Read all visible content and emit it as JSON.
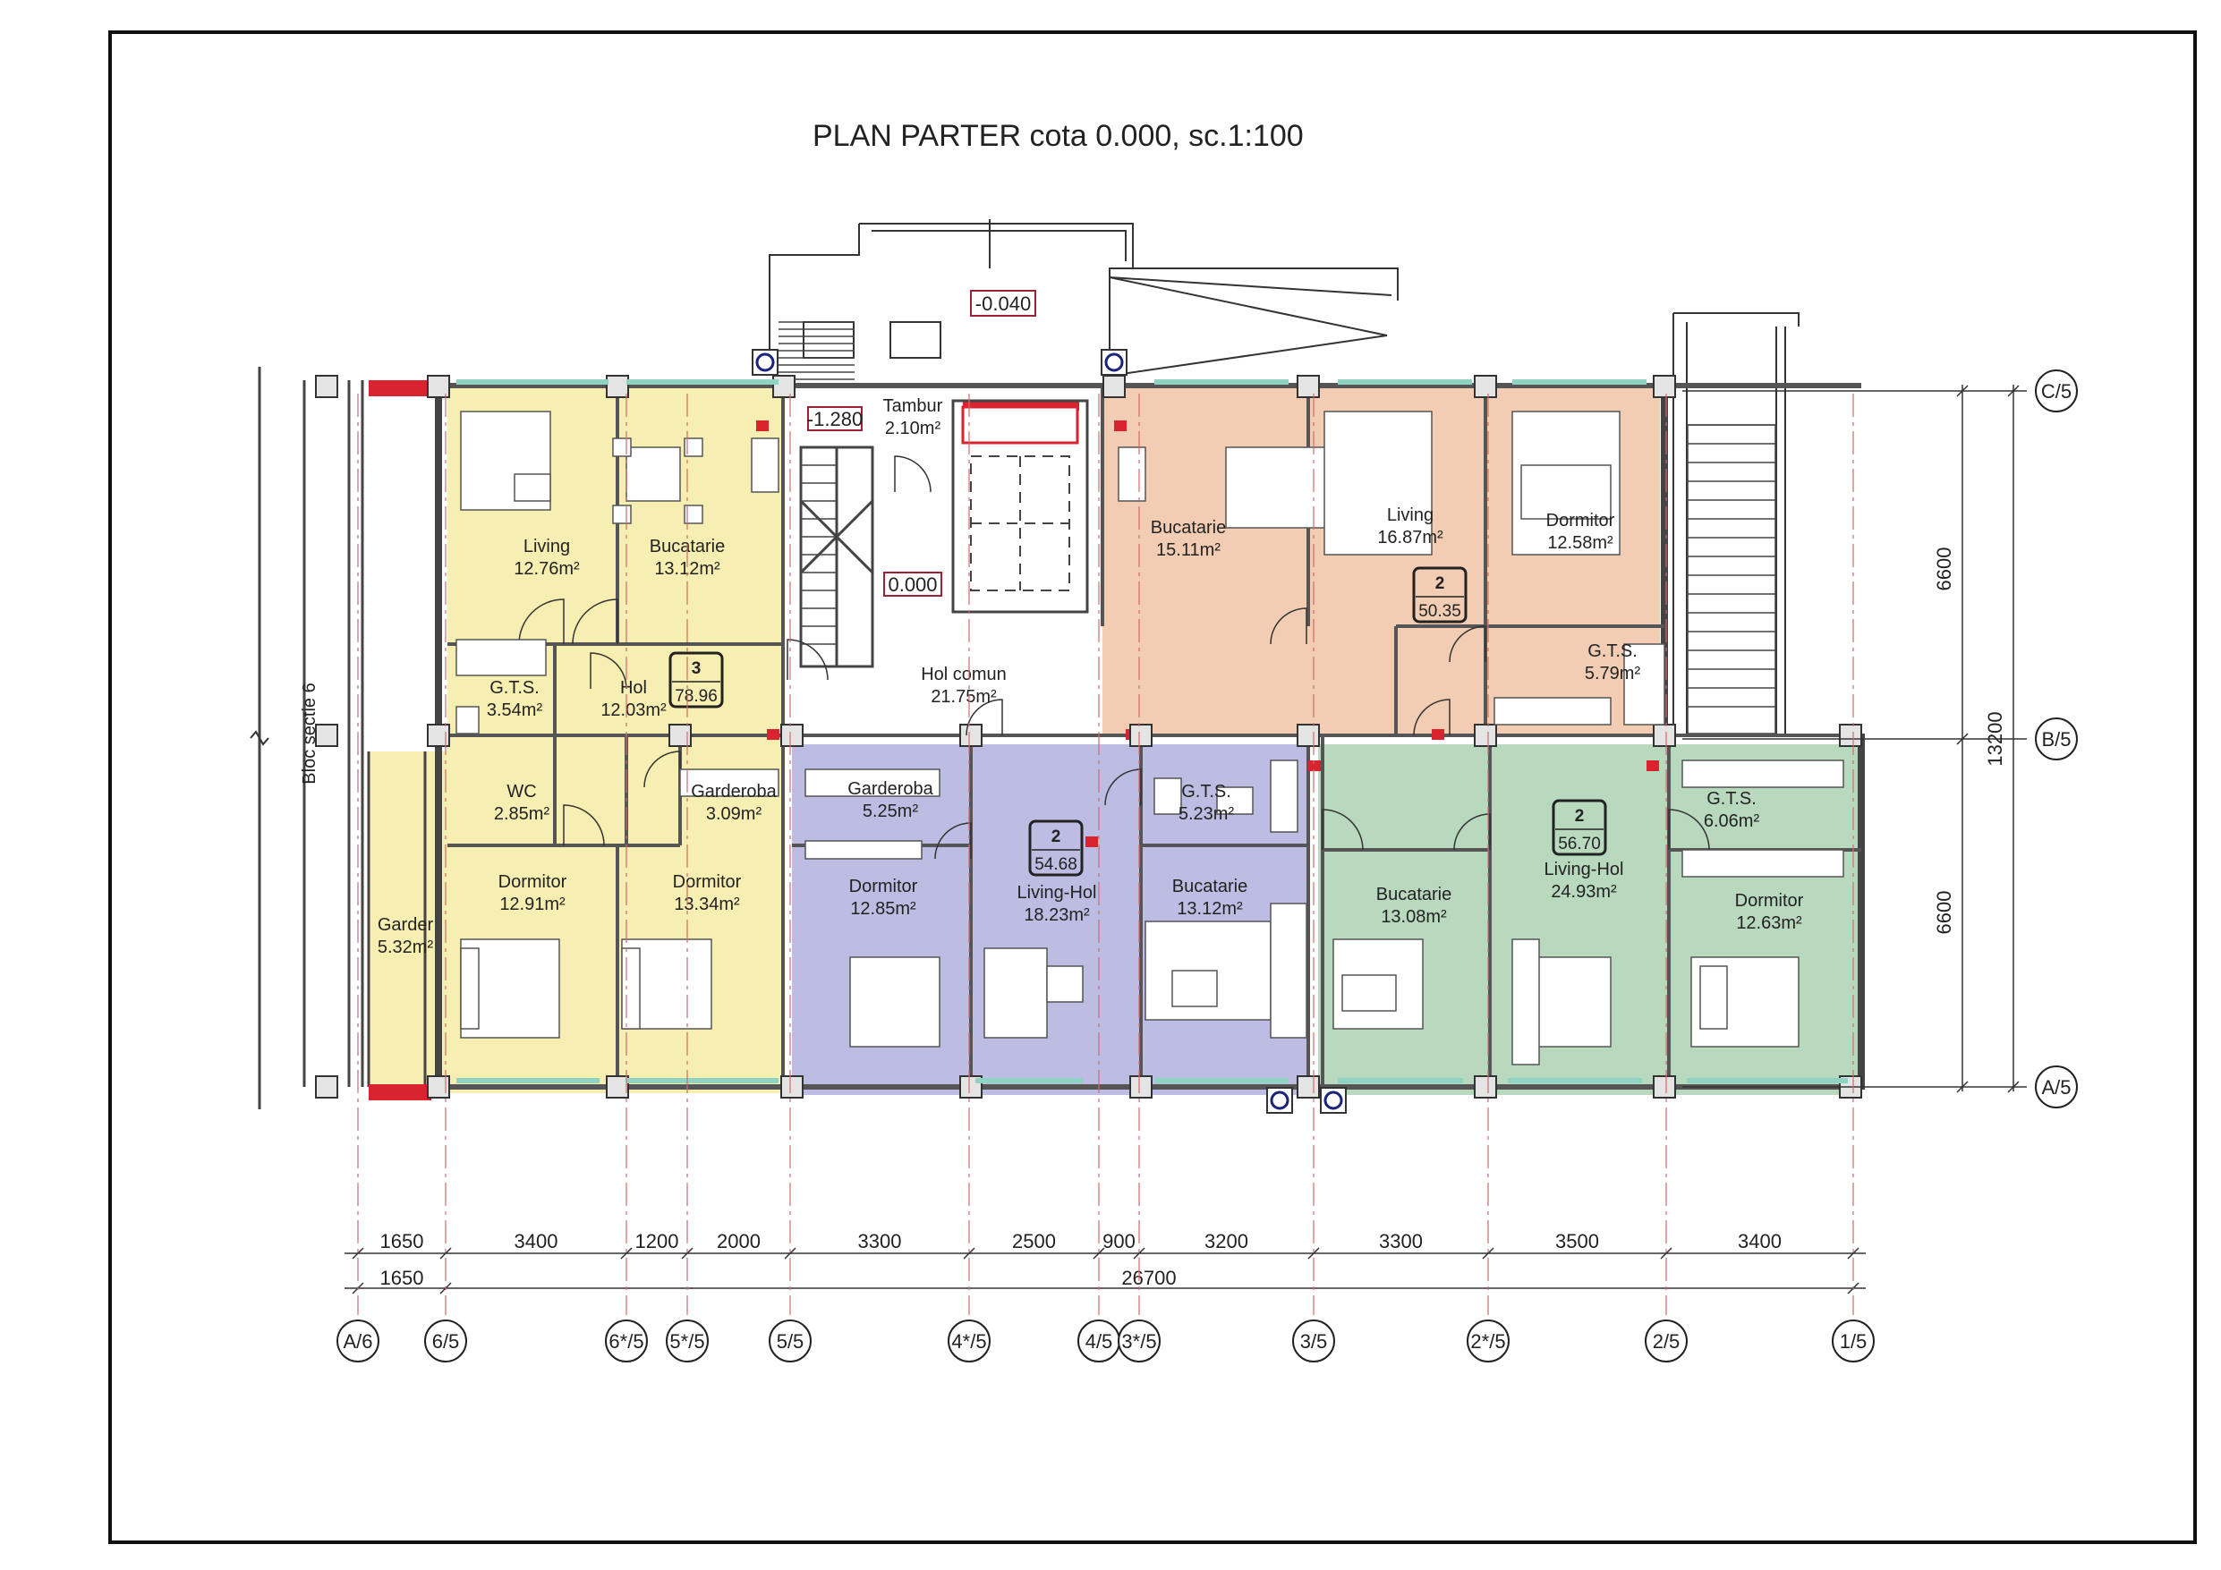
{
  "title": "PLAN PARTER cota 0.000,  sc.1:100",
  "side_label": "Bloc sectie 6",
  "colors": {
    "apt3": "#f7eeb2",
    "apt2_top": "#f2cdb3",
    "apt2_left": "#bdbde3",
    "apt2_right": "#b9d9bf",
    "wall": "#444444",
    "column": "#e4e4e4",
    "red": "#d9232e",
    "window": "#8fd3c3"
  },
  "levels": {
    "l1": "-0.040",
    "l2": "-1.280",
    "l3": "0.000"
  },
  "rooms": [
    {
      "id": "living-a3",
      "name": "Living",
      "area": "12.76m²"
    },
    {
      "id": "bucatarie-a3",
      "name": "Bucatarie",
      "area": "13.12m²"
    },
    {
      "id": "gts-a3",
      "name": "G.T.S.",
      "area": "3.54m²"
    },
    {
      "id": "hol-a3",
      "name": "Hol",
      "area": "12.03m²"
    },
    {
      "id": "wc-a3",
      "name": "WC",
      "area": "2.85m²"
    },
    {
      "id": "garderoba-a3",
      "name": "Garderoba",
      "area": "3.09m²"
    },
    {
      "id": "dormitor1-a3",
      "name": "Dormitor",
      "area": "12.91m²"
    },
    {
      "id": "dormitor2-a3",
      "name": "Dormitor",
      "area": "13.34m²"
    },
    {
      "id": "garder-a3",
      "name": "Garder",
      "area": "5.32m²"
    },
    {
      "id": "tambur",
      "name": "Tambur",
      "area": "2.10m²"
    },
    {
      "id": "hol-comun",
      "name": "Hol comun",
      "area": "21.75m²"
    },
    {
      "id": "bucatarie-a2t",
      "name": "Bucatarie",
      "area": "15.11m²"
    },
    {
      "id": "living-a2t",
      "name": "Living",
      "area": "16.87m²"
    },
    {
      "id": "dormitor-a2t",
      "name": "Dormitor",
      "area": "12.58m²"
    },
    {
      "id": "gts-a2t",
      "name": "G.T.S.",
      "area": "5.79m²"
    },
    {
      "id": "garderoba-a2l",
      "name": "Garderoba",
      "area": "5.25m²"
    },
    {
      "id": "dormitor-a2l",
      "name": "Dormitor",
      "area": "12.85m²"
    },
    {
      "id": "livinghol-a2l",
      "name": "Living-Hol",
      "area": "18.23m²"
    },
    {
      "id": "gts-a2l",
      "name": "G.T.S.",
      "area": "5.23m²"
    },
    {
      "id": "bucatarie-a2l",
      "name": "Bucatarie",
      "area": "13.12m²"
    },
    {
      "id": "bucatarie-a2r",
      "name": "Bucatarie",
      "area": "13.08m²"
    },
    {
      "id": "livinghol-a2r",
      "name": "Living-Hol",
      "area": "24.93m²"
    },
    {
      "id": "gts-a2r",
      "name": "G.T.S.",
      "area": "6.06m²"
    },
    {
      "id": "dormitor-a2r",
      "name": "Dormitor",
      "area": "12.63m²"
    }
  ],
  "apartments": [
    {
      "id": "a3",
      "rooms": "3",
      "area": "78.96"
    },
    {
      "id": "a2t",
      "rooms": "2",
      "area": "50.35"
    },
    {
      "id": "a2l",
      "rooms": "2",
      "area": "54.68"
    },
    {
      "id": "a2r",
      "rooms": "2",
      "area": "56.70"
    }
  ],
  "dims_row1": [
    "1650",
    "3400",
    "1200",
    "2000",
    "3300",
    "2500",
    "900",
    "3200",
    "3300",
    "3500",
    "3400"
  ],
  "dims_row2": [
    "1650",
    "26700"
  ],
  "dims_vertical": [
    "6600",
    "6600",
    "13200"
  ],
  "axes_bottom": [
    "A/6",
    "6/5",
    "6*/5",
    "5*/5",
    "5/5",
    "4*/5",
    "4/5",
    "3*/5",
    "3/5",
    "2*/5",
    "2/5",
    "1/5"
  ],
  "axes_right": [
    "C/5",
    "B/5",
    "A/5"
  ]
}
